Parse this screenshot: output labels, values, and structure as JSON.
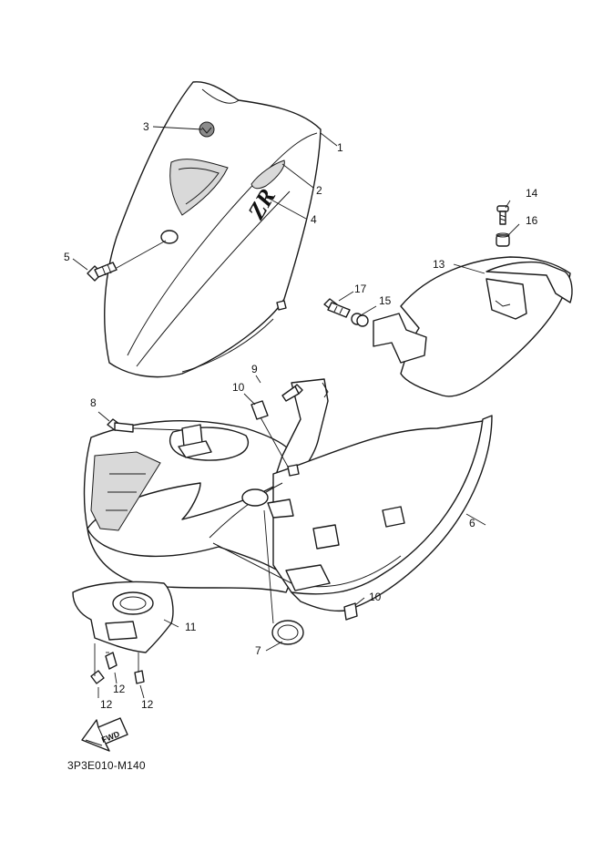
{
  "callouts": {
    "c1": "1",
    "c2": "2",
    "c3": "3",
    "c4": "4",
    "c5": "5",
    "c6": "6",
    "c7": "7",
    "c8": "8",
    "c9": "9",
    "c10a": "10",
    "c10b": "10",
    "c11": "11",
    "c12a": "12",
    "c12b": "12",
    "c12c": "12",
    "c13": "13",
    "c14": "14",
    "c15": "15",
    "c16": "16",
    "c17": "17"
  },
  "fwd_label": "FWD",
  "decal_text": "ZR",
  "diagram_code": "3P3E010-M140",
  "icons": [
    "fwd-arrow-icon",
    "yamaha-emblem-icon"
  ]
}
